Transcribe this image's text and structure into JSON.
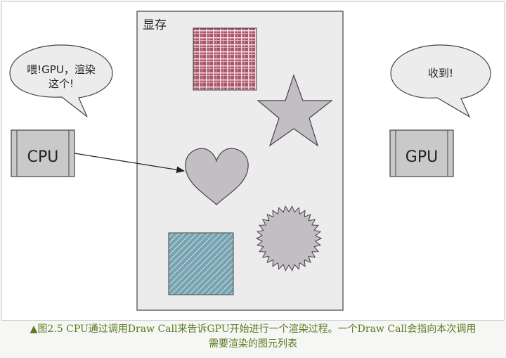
{
  "diagram": {
    "memory_label": "显存",
    "cpu_label": "CPU",
    "gpu_label": "GPU",
    "cpu_bubble_line1": "喂!GPU，渲染",
    "cpu_bubble_line2": "这个!",
    "gpu_bubble": "收到!"
  },
  "caption": {
    "line1": "▲图2.5 CPU通过调用Draw Call来告诉GPU开始进行一个渲染过程。一个Draw Call会指向本次调用",
    "line2": "需要渲染的图元列表"
  },
  "colors": {
    "memory_fill": "#ececec",
    "shape_gray": "#c2bec4",
    "plaid": "#a8566a",
    "blue_square": "#7aa3b2",
    "caption": "#5a7a1e"
  }
}
